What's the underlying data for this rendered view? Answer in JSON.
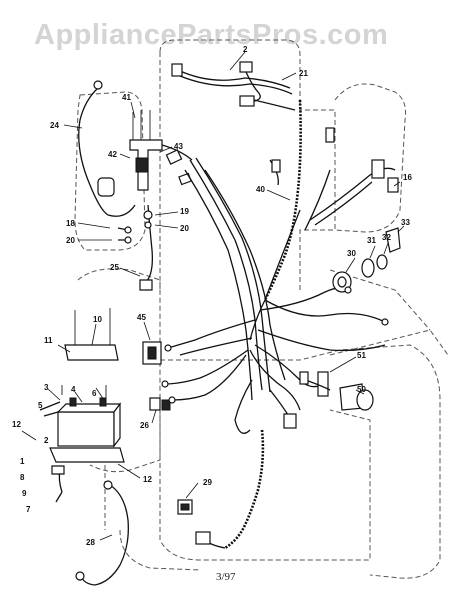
{
  "watermark": "AppliancePartsPros.com",
  "footer": "3/97",
  "callouts": {
    "c1": "1",
    "c2": "2",
    "c3": "3",
    "c4": "4",
    "c5": "5",
    "c6": "6",
    "c7": "7",
    "c8": "8",
    "c9": "9",
    "c10": "10",
    "c11": "11",
    "c12a": "12",
    "c12b": "12",
    "c16": "16",
    "c18": "18",
    "c19": "19",
    "c20a": "20",
    "c20b": "20",
    "c21": "21",
    "c24": "24",
    "c25": "25",
    "c26": "26",
    "c28": "28",
    "c29": "29",
    "c30": "30",
    "c31": "31",
    "c32": "32",
    "c33": "33",
    "c40": "40",
    "c41": "41",
    "c42": "42",
    "c43": "43",
    "c45": "45",
    "c50": "50",
    "c51": "51",
    "c2top": "2"
  }
}
